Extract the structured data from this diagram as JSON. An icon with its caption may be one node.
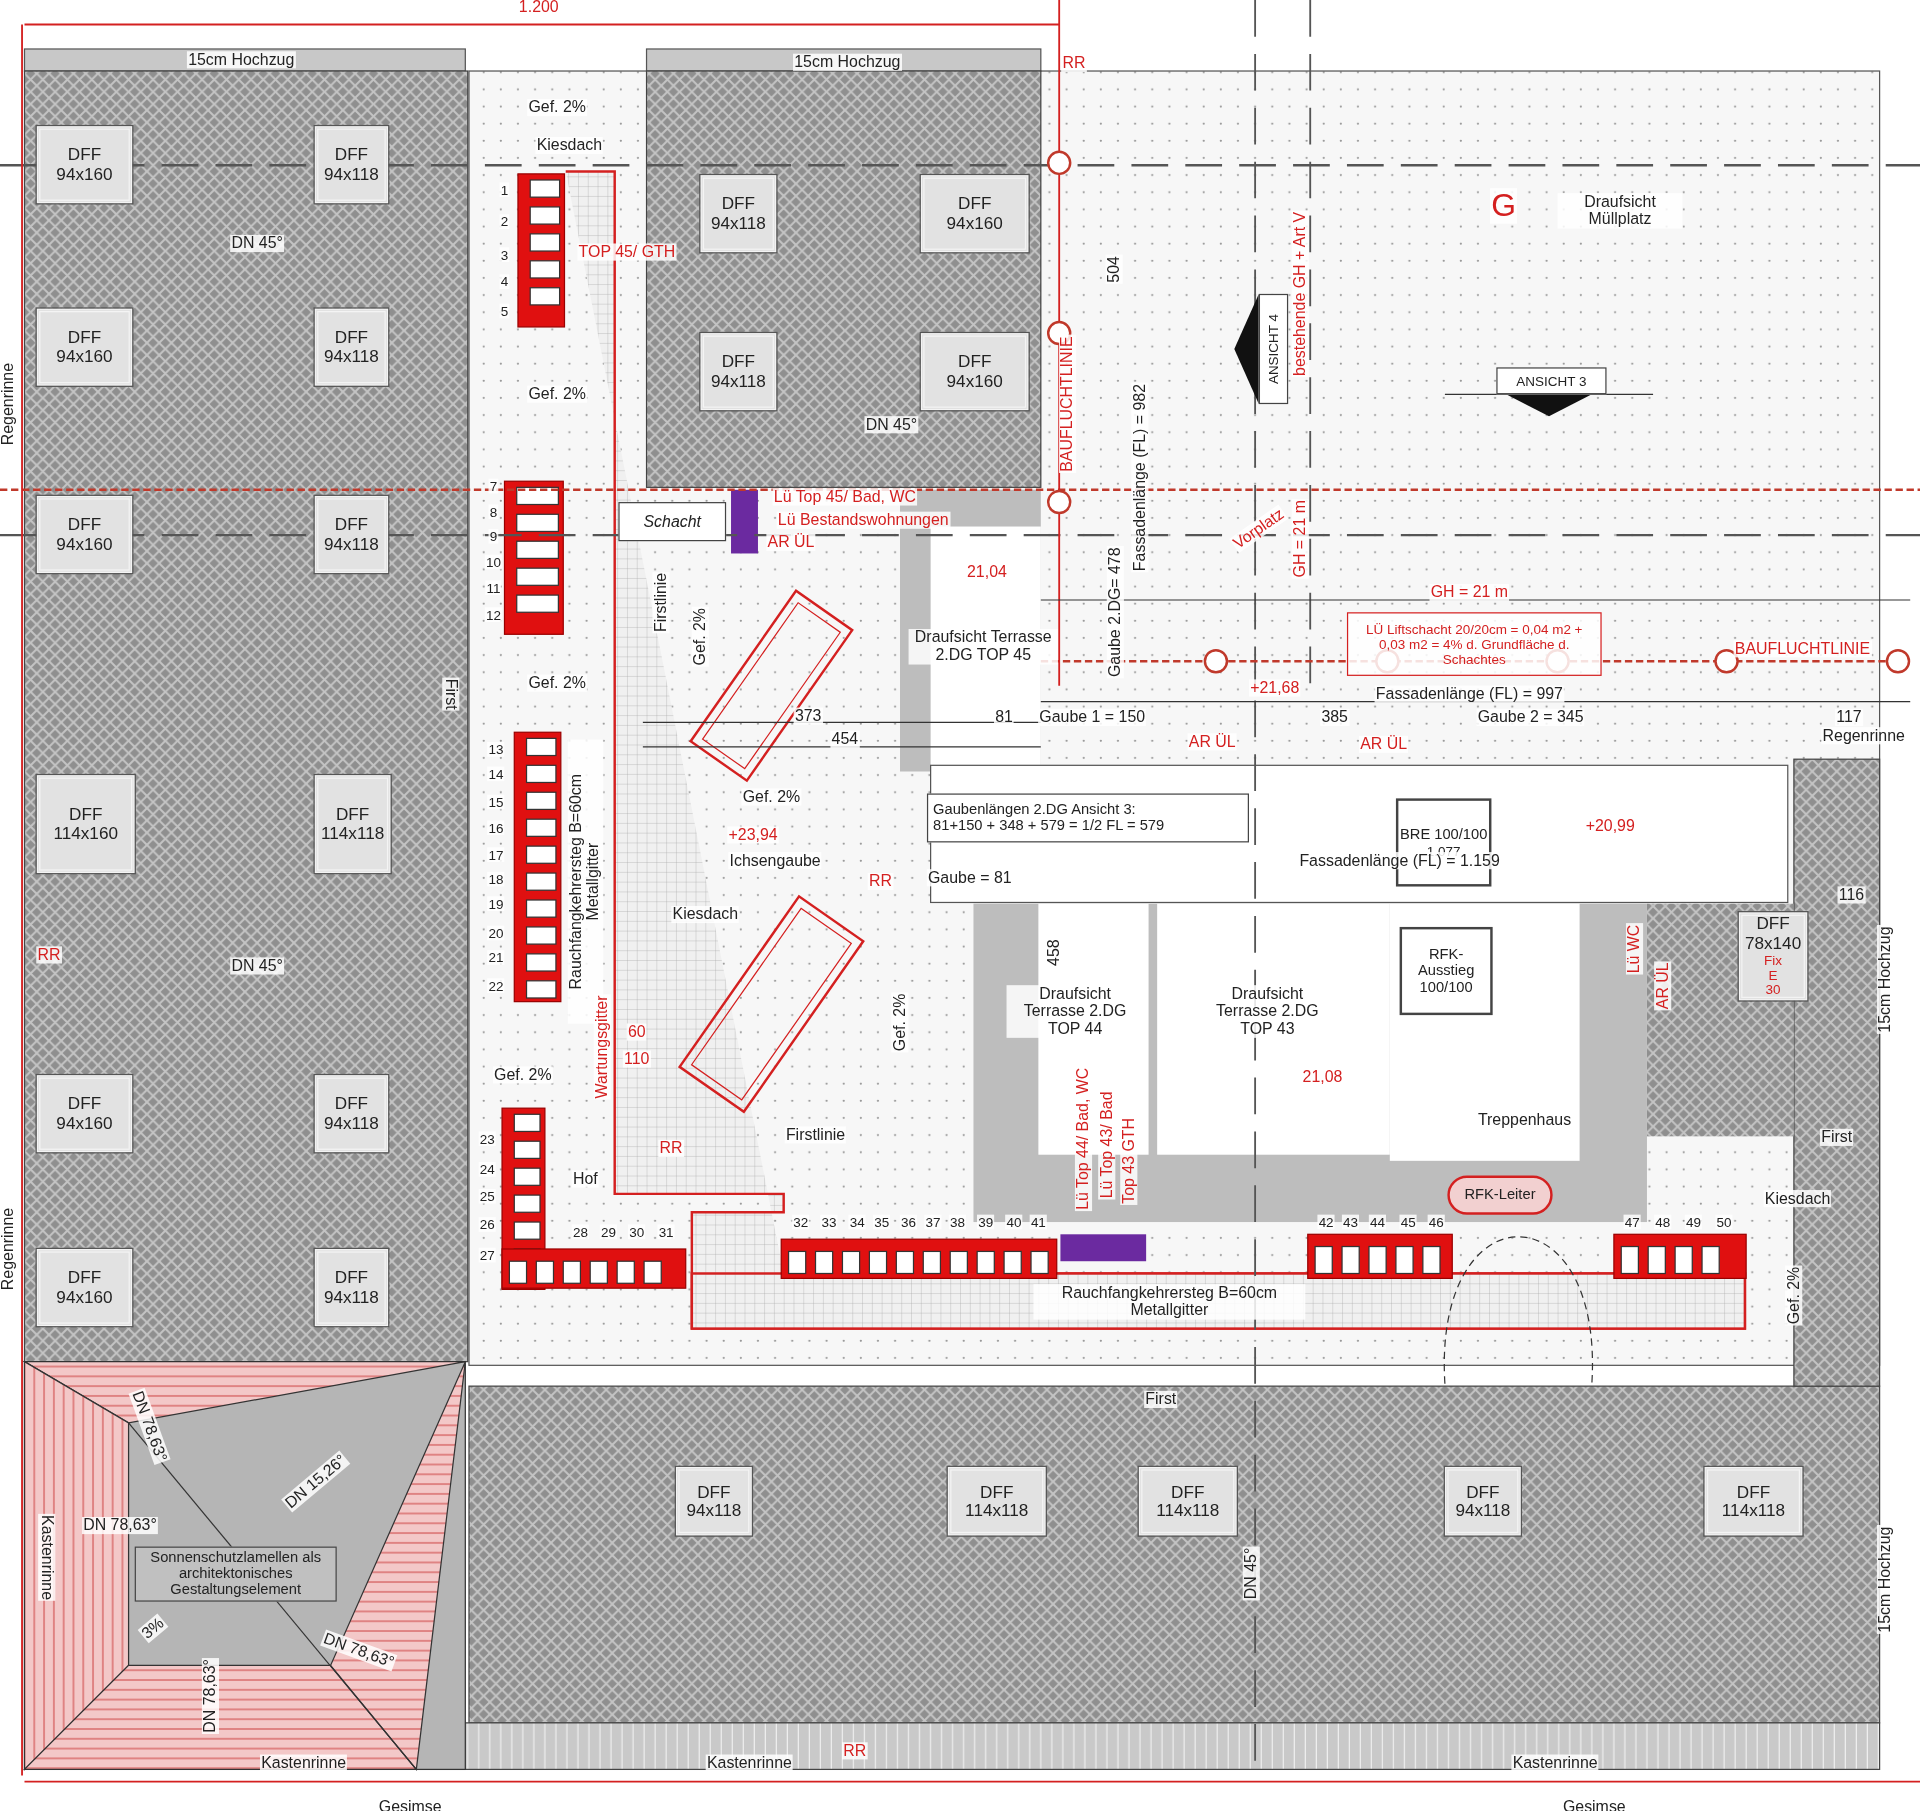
{
  "diagram": {
    "nodes": [
      {
        "text": [
          "DFF 94x160"
        ]
      },
      {
        "text": [
          "DFF 94x118"
        ]
      },
      {
        "text": [
          "DFF 94x118"
        ]
      },
      {
        "text": [
          "DFF 94x160"
        ]
      },
      {
        "text": [
          "DFF 94x160"
        ]
      },
      {
        "text": [
          "DFF 94x118"
        ]
      },
      {
        "text": [
          "DFF 94x118"
        ]
      },
      {
        "text": [
          "DFF 94x160"
        ]
      },
      {
        "text": [
          "DFF 94x160"
        ]
      },
      {
        "text": [
          "DFF 94x118"
        ]
      },
      {
        "text": [
          "DFF 114x160"
        ]
      },
      {
        "text": [
          "DFF 114x118"
        ]
      },
      {
        "text": [
          "DFF 94x160"
        ]
      },
      {
        "text": [
          "DFF 94x118"
        ]
      },
      {
        "text": [
          "DFF 94x160"
        ]
      },
      {
        "text": [
          "DFF 94x118"
        ]
      },
      {
        "text": [
          "DFF 94x118"
        ]
      },
      {
        "text": [
          "DFF 114x118"
        ]
      },
      {
        "text": [
          "DFF 114x118"
        ]
      },
      {
        "text": [
          "DFF 94x118"
        ]
      },
      {
        "text": [
          "DFF 114x118"
        ]
      },
      {
        "text": [
          "DFF 78x140",
          "Fix E 30"
        ]
      },
      {
        "text": [
          "BRE 100/100",
          "1.077"
        ]
      },
      {
        "text": [
          "RFK-Ausstieg 100/100"
        ]
      },
      {
        "text": [
          "Sonnenschutzlamellen als architektonisches Gestaltungselement"
        ]
      },
      {
        "text": [
          "Schacht"
        ]
      },
      {
        "text": [
          "Gaubenlängen 2.DG Ansicht 3:",
          "81+150 + 348 + 579 = 1/2 FL = 579"
        ]
      },
      {
        "text": [
          "ANSICHT 3"
        ]
      },
      {
        "text": [
          "ANSICHT 4"
        ]
      },
      {
        "text": [
          "RFK-Leiter"
        ]
      },
      {
        "text": [
          "LÜ Liftschacht 20/20cm = 0,04 m2 + 0,03 m2 = 4% d. Grundfläche d. Schachtes"
        ]
      }
    ],
    "labels": [
      "1.200",
      "15cm Hochzug",
      "15cm Hochzug",
      "RR",
      "Gef. 2%",
      "Kiesdach",
      "DN 45°",
      "TOP 45/ GTH",
      "Gef. 2%",
      "DN 45°",
      "Regenrinne",
      "Lü Top 45/ Bad, WC",
      "Lü Bestandswohnungen",
      "AR ÜL",
      "Firstlinie",
      "Gef. 2%",
      "21,04",
      "Draufsicht Terrasse 2.DG TOP 45",
      "First",
      "Gef. 2%",
      "373",
      "454",
      "Gef. 2%",
      "+23,94",
      "Ichsengaube",
      "RR",
      "Gaube = 81",
      "Kiesdach",
      "Rauchfangkehrersteg B=60cm Metallgitter",
      "Wartungsgitter",
      "60",
      "110",
      "Gef. 2%",
      "DN 45°",
      "RR",
      "Gef. 2%",
      "Firstlinie",
      "RR",
      "Hof",
      "Regenrinne",
      "1",
      "2",
      "3",
      "4",
      "5",
      "7",
      "8",
      "9",
      "10",
      "11",
      "12",
      "13",
      "14",
      "15",
      "16",
      "17",
      "18",
      "19",
      "20",
      "21",
      "22",
      "23",
      "24",
      "25",
      "26",
      "27",
      "28",
      "29",
      "30",
      "31",
      "32",
      "33",
      "34",
      "35",
      "36",
      "37",
      "38",
      "39",
      "40",
      "41",
      "42",
      "43",
      "44",
      "45",
      "46",
      "47",
      "48",
      "49",
      "50",
      "504",
      "BAUFLUCHTLINIE",
      "Fassadenlänge (FL) = 982",
      "bestehende GH + Art V",
      "G",
      "Draufsicht Müllplatz",
      "Vorplatz",
      "GH = 21 m",
      "Gaube 2.DG= 478",
      "GH = 21 m",
      "BAUFLUCHTLINIE",
      "+21,68",
      "Fassadenlänge (FL) = 997",
      "81",
      "Gaube 1 = 150",
      "385",
      "Gaube 2 = 345",
      "117",
      "AR ÜL",
      "AR ÜL",
      "Regenrinne",
      "+20,99",
      "Fassadenlänge (FL) = 1.159",
      "116",
      "458",
      "Draufsicht Terrasse 2.DG TOP 44",
      "Draufsicht Terrasse 2.DG TOP 43",
      "Lü WC",
      "AR ÜL",
      "15cm Hochzug",
      "21,08",
      "Lü Top 44/ Bad, WC",
      "Lü Top 43/ Bad",
      "Top 43 GTH",
      "Treppenhaus",
      "First",
      "Kiesdach",
      "Gef. 2%",
      "Rauchfangkehrersteg B=60cm Metallgitter",
      "First",
      "DN 78,63°",
      "DN 15,26°",
      "Kastenrinne",
      "DN 78,63°",
      "DN 45°",
      "15cm Hochzug",
      "3%",
      "DN 78,63°",
      "DN 78,63°",
      "RR",
      "Kastenrinne",
      "Kastenrinne",
      "Kastenrinne",
      "Gesimse",
      "Gesimse"
    ]
  }
}
